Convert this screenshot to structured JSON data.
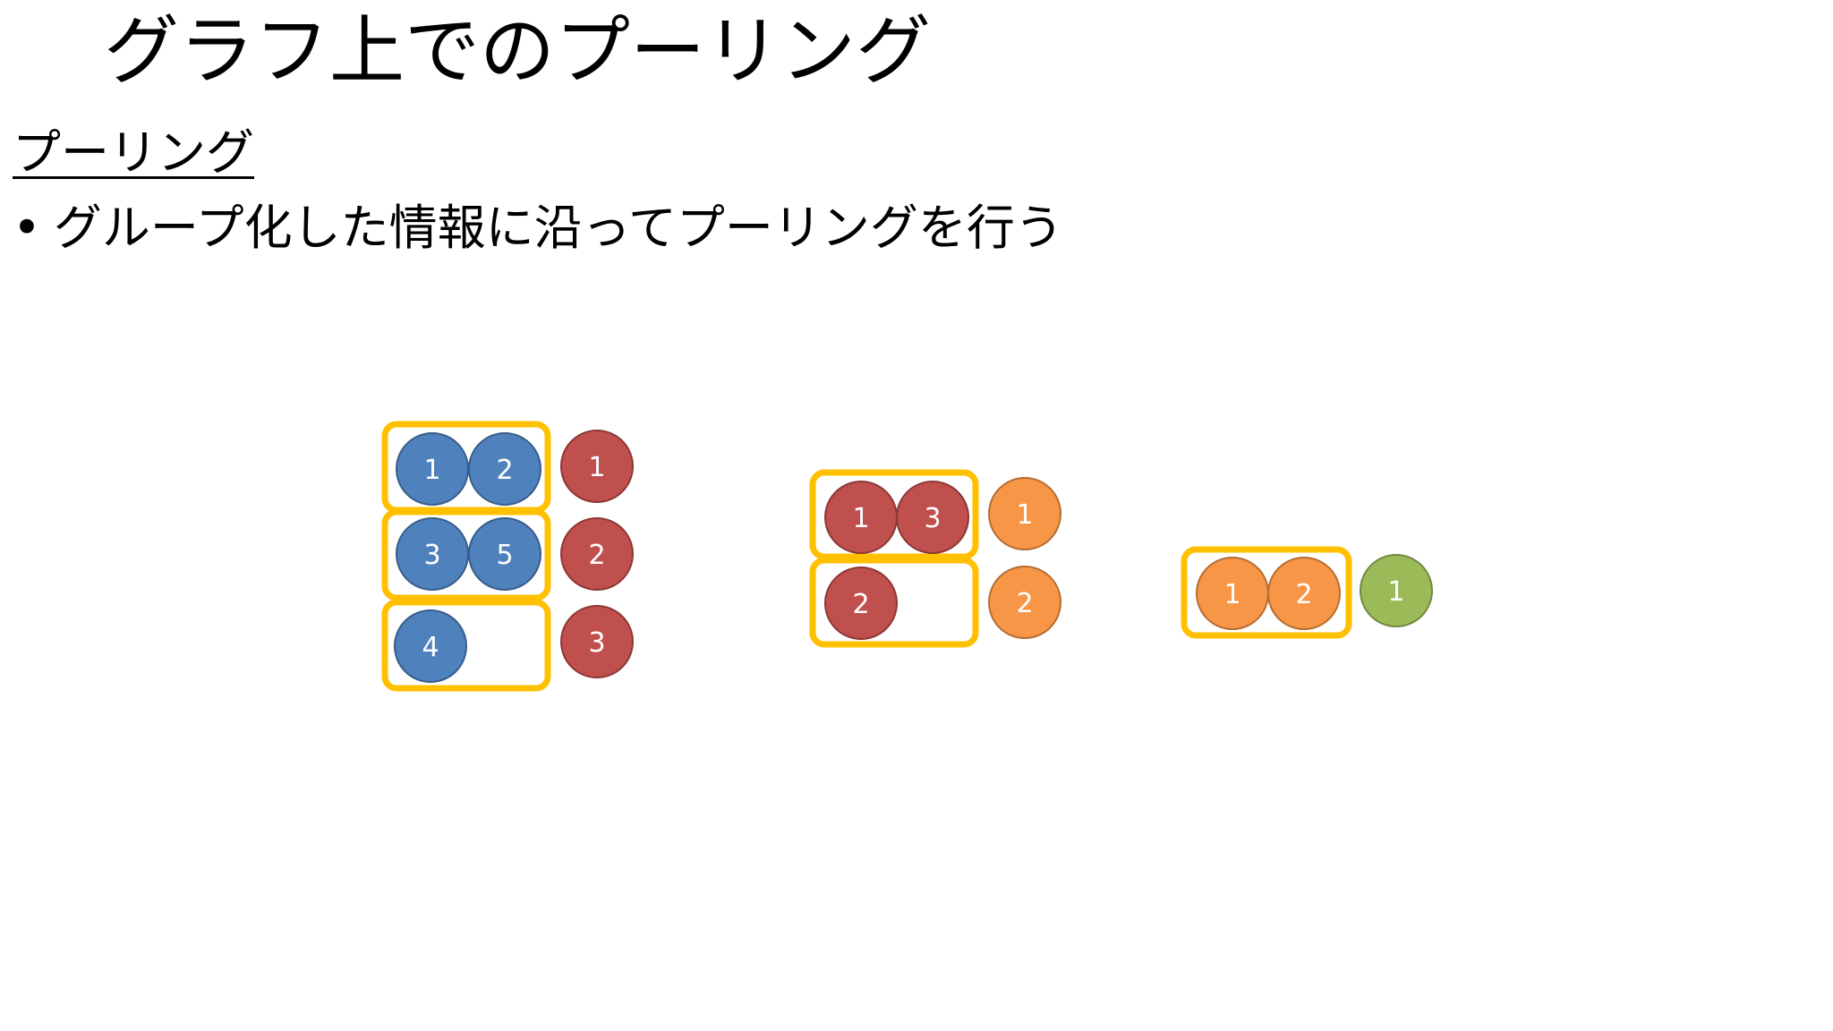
{
  "title": "グラフ上でのプーリング",
  "subheading": "プーリング",
  "bullet": {
    "marker": "•",
    "text": "グループ化した情報に沿ってプーリングを行う"
  },
  "colors": {
    "group_border": "#FFC000",
    "blue_node": "#4F81BD",
    "blue_stroke": "#385D8A",
    "red_node": "#C0504D",
    "red_stroke": "#8C3836",
    "orange_node": "#F79646",
    "orange_stroke": "#B66D31",
    "green_node": "#9BBB59",
    "green_stroke": "#71893F"
  },
  "diagram": {
    "level1": {
      "nodes": [
        "1",
        "2",
        "3",
        "5",
        "4"
      ],
      "pooled": [
        "1",
        "2",
        "3"
      ]
    },
    "level2": {
      "nodes": [
        "1",
        "3",
        "2"
      ],
      "pooled": [
        "1",
        "2"
      ]
    },
    "level3": {
      "nodes": [
        "1",
        "2"
      ],
      "pooled": [
        "1"
      ]
    }
  }
}
